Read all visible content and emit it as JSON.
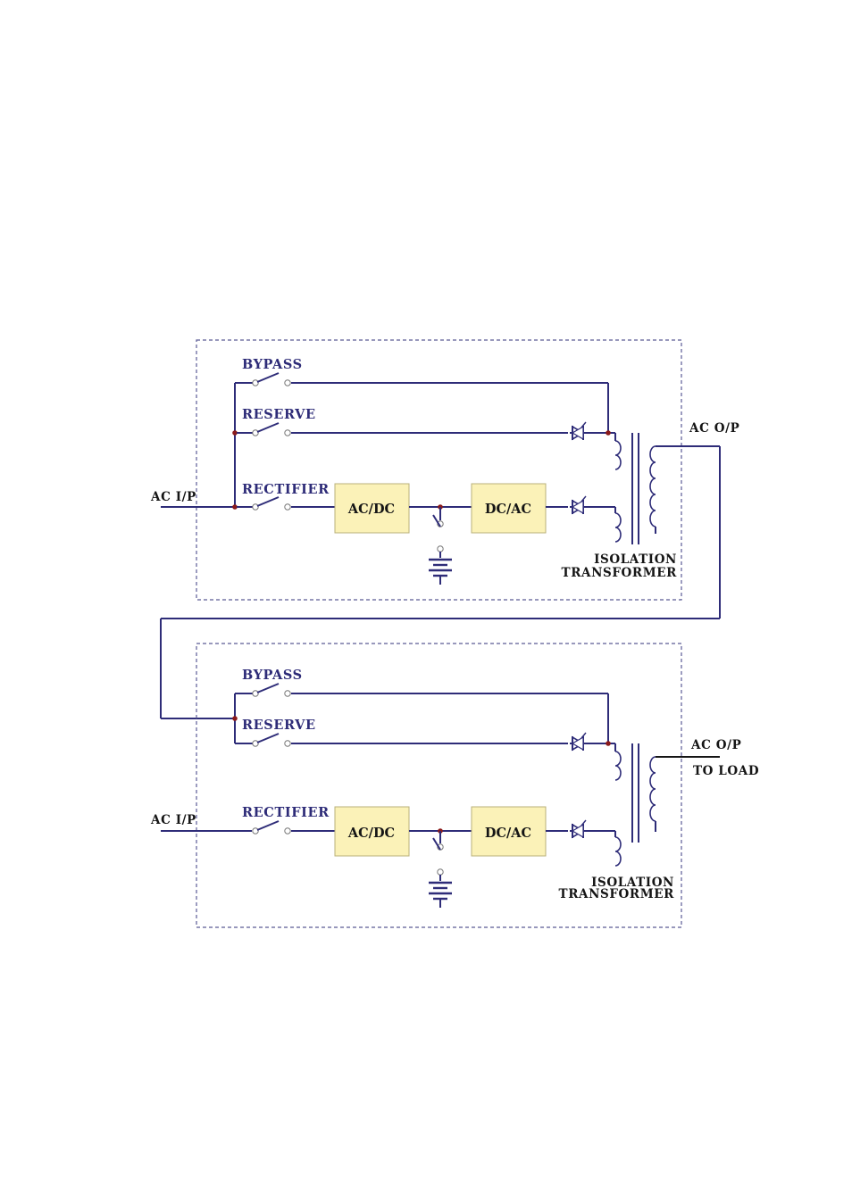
{
  "colors": {
    "wire": "#2e2c78",
    "label": "#2e2c78",
    "converter_fill": "#fbf2b8",
    "junction": "#8b1a1a",
    "enclosure": "#5a5a95"
  },
  "units": [
    {
      "bypass_label": "BYPASS",
      "reserve_label": "RESERVE",
      "rectifier_label": "RECTIFIER",
      "input_label": "AC I/P",
      "acdc_label": "AC/DC",
      "dcac_label": "DC/AC",
      "transformer_label_1": "ISOLATION",
      "transformer_label_2": "TRANSFORMER",
      "output_label": "AC O/P"
    },
    {
      "bypass_label": "BYPASS",
      "reserve_label": "RESERVE",
      "rectifier_label": "RECTIFIER",
      "input_label": "AC I/P",
      "acdc_label": "AC/DC",
      "dcac_label": "DC/AC",
      "transformer_label_1": "ISOLATION",
      "transformer_label_2": "TRANSFORMER",
      "output_label": "AC O/P",
      "load_label": "TO LOAD"
    }
  ]
}
